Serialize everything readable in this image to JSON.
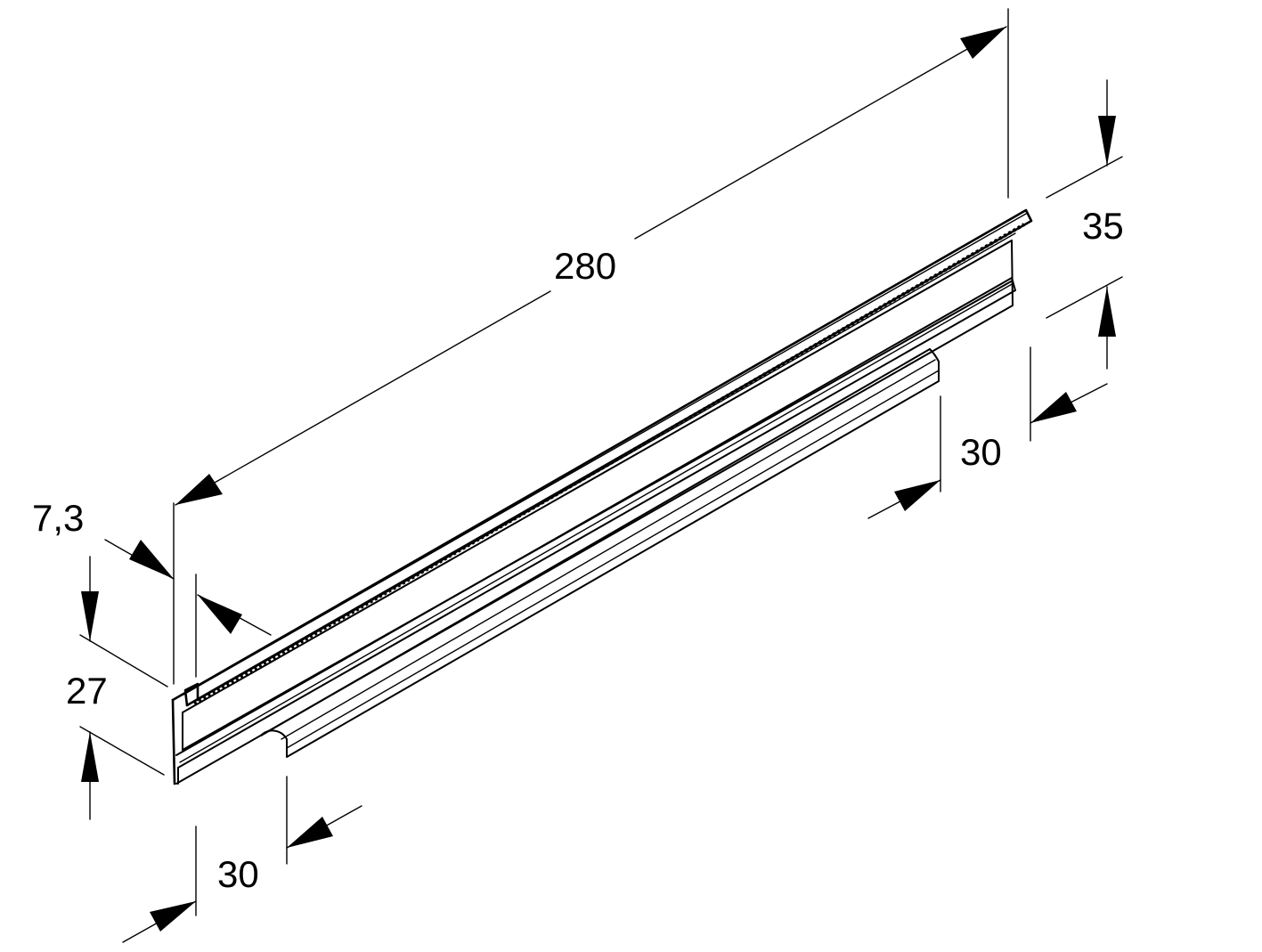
{
  "drawing": {
    "dimensions": {
      "length": "280",
      "top_height": "35",
      "right_offset": "30",
      "left_offset": "30",
      "lip_depth": "7,3",
      "side_height": "27"
    },
    "line_color": "#000000",
    "background": "#ffffff"
  }
}
